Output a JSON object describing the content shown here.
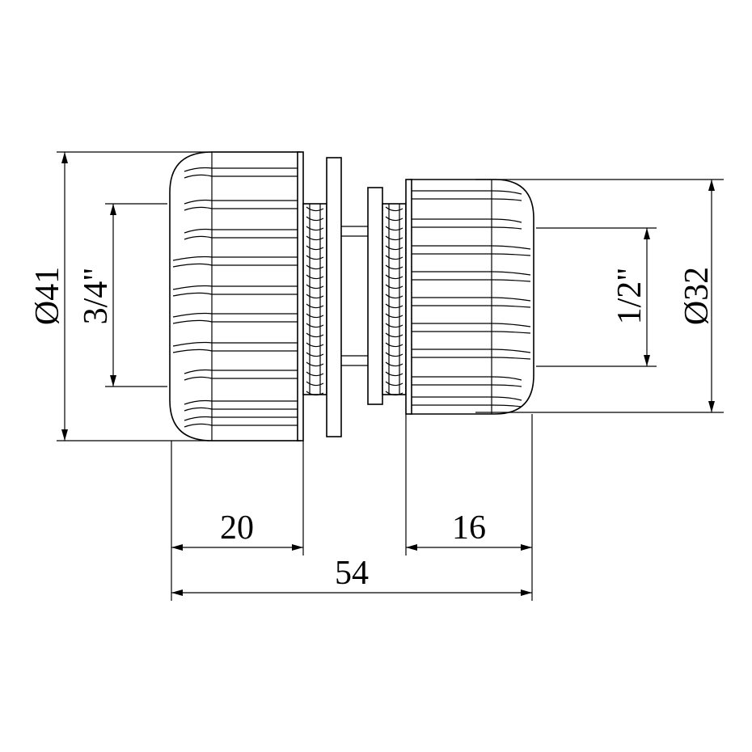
{
  "drawing": {
    "dimensions": {
      "outer_diameter_left": "Ø41",
      "hose_size_left": "3/4\"",
      "hose_size_right": "1/2\"",
      "outer_diameter_right": "Ø32",
      "length_left_nut": "20",
      "length_right_nut": "16",
      "overall_length": "54"
    }
  }
}
